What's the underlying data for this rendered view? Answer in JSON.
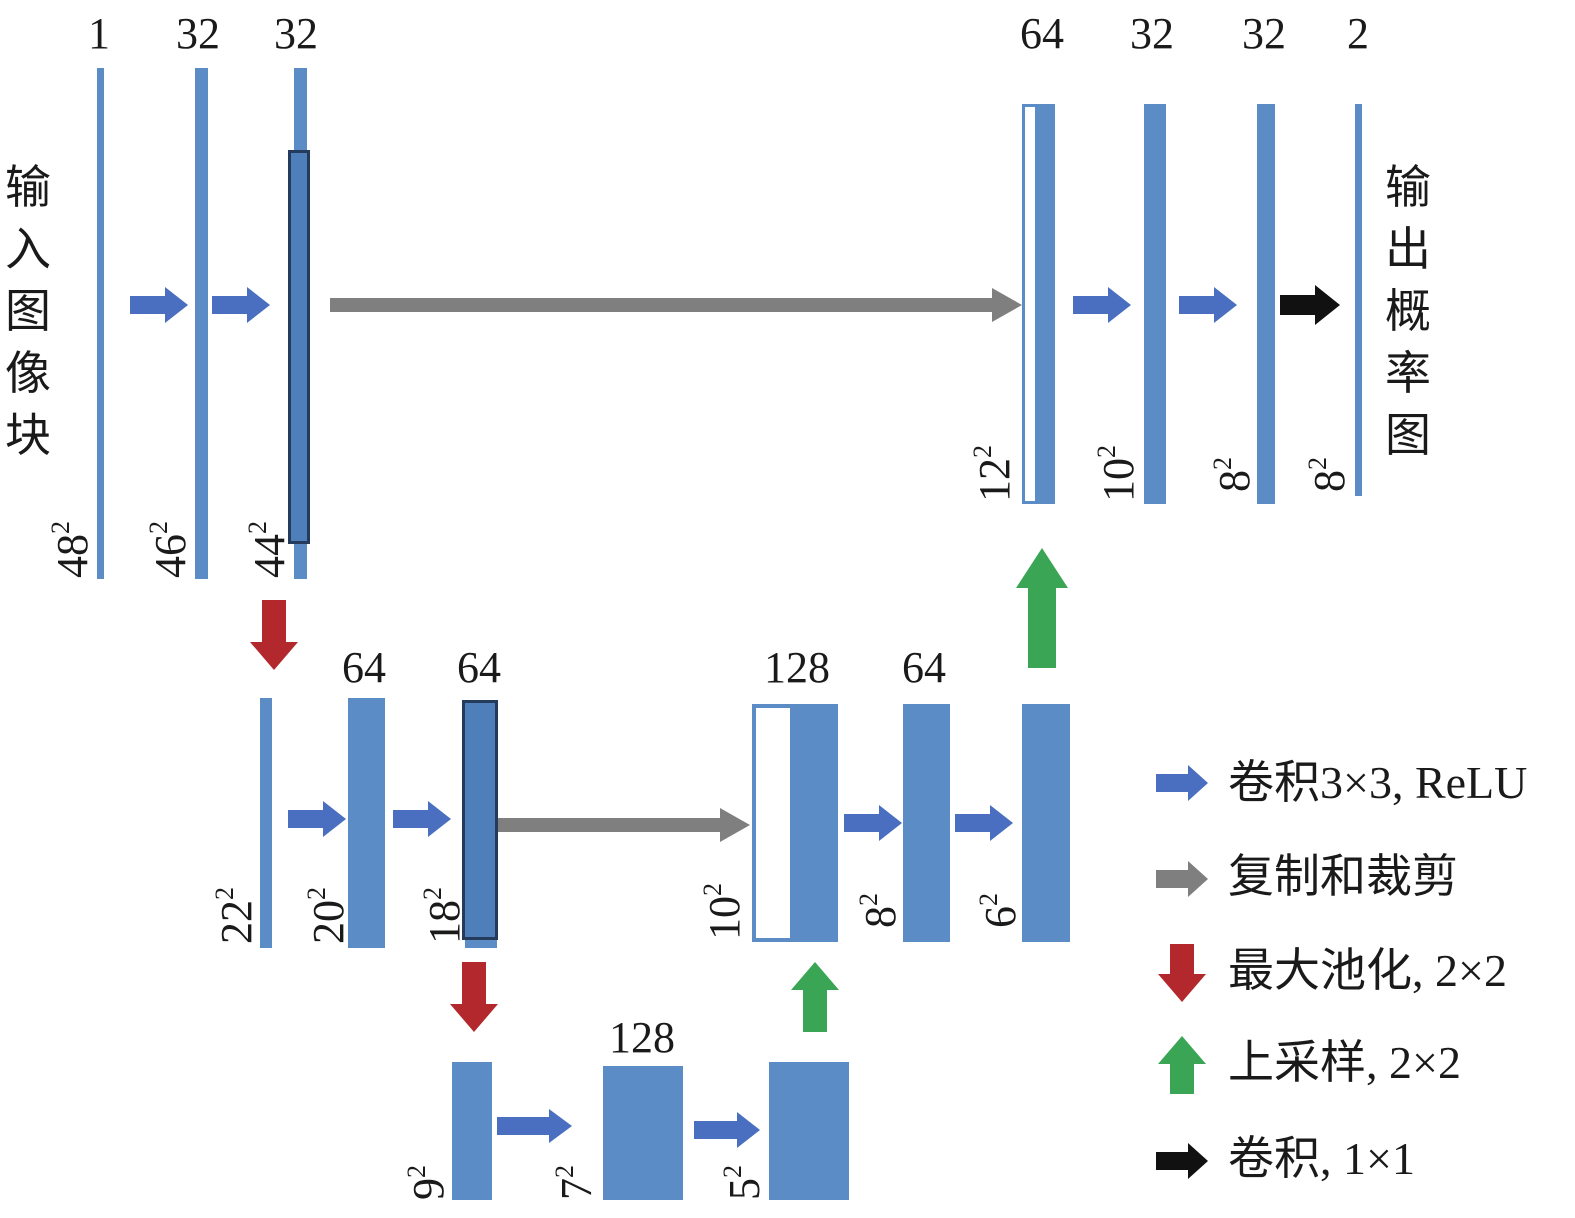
{
  "input_label": "输入图像块",
  "output_label": "输出概率图",
  "layers": {
    "enc1_in": {
      "channels": "1",
      "size_base": "48",
      "size_exp": "2"
    },
    "enc1_c1": {
      "channels": "32",
      "size_base": "46",
      "size_exp": "2"
    },
    "enc1_c2": {
      "channels": "32",
      "size_base": "44",
      "size_exp": "2"
    },
    "enc2_in": {
      "channels": "",
      "size_base": "22",
      "size_exp": "2"
    },
    "enc2_c1": {
      "channels": "64",
      "size_base": "20",
      "size_exp": "2"
    },
    "enc2_c2": {
      "channels": "64",
      "size_base": "18",
      "size_exp": "2"
    },
    "bot_in": {
      "channels": "",
      "size_base": "9",
      "size_exp": "2"
    },
    "bot_c1": {
      "channels": "128",
      "size_base": "7",
      "size_exp": "2"
    },
    "bot_c2": {
      "channels": "",
      "size_base": "5",
      "size_exp": "2"
    },
    "dec2_cat": {
      "channels": "128",
      "size_base": "10",
      "size_exp": "2"
    },
    "dec2_c1": {
      "channels": "64",
      "size_base": "8",
      "size_exp": "2"
    },
    "dec2_c2": {
      "channels": "",
      "size_base": "6",
      "size_exp": "2"
    },
    "dec1_cat": {
      "channels": "64",
      "size_base": "12",
      "size_exp": "2"
    },
    "dec1_c1": {
      "channels": "32",
      "size_base": "10",
      "size_exp": "2"
    },
    "dec1_c2": {
      "channels": "32",
      "size_base": "8",
      "size_exp": "2"
    },
    "out": {
      "channels": "2",
      "size_base": "8",
      "size_exp": "2"
    }
  },
  "legend": [
    {
      "label": "卷积3×3, ReLU",
      "icon": "arrow-right-icon",
      "color": "#4a6fc0"
    },
    {
      "label": "复制和裁剪",
      "icon": "arrow-right-icon",
      "color": "#7f7f7f"
    },
    {
      "label": "最大池化, 2×2",
      "icon": "arrow-down-icon",
      "color": "#b3282d"
    },
    {
      "label": "上采样, 2×2",
      "icon": "arrow-up-icon",
      "color": "#3aa655"
    },
    {
      "label": "卷积, 1×1",
      "icon": "arrow-right-icon",
      "color": "#111111"
    }
  ],
  "colors": {
    "layer": "#5b8cc6",
    "conv_arrow": "#4a6fc0",
    "copy_arrow": "#7f7f7f",
    "pool_arrow": "#b3282d",
    "up_arrow": "#3aa655",
    "conv1x1_arrow": "#111111"
  }
}
